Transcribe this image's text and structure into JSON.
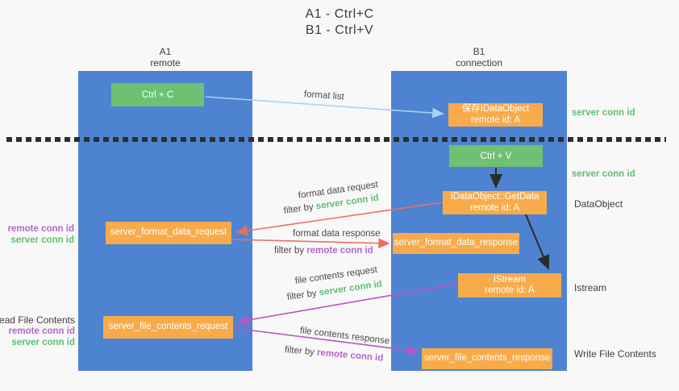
{
  "title": {
    "line1": "A1 - Ctrl+C",
    "line2": "B1 - Ctrl+V"
  },
  "lifelines": {
    "a1": {
      "name": "A1",
      "role": "remote"
    },
    "b1": {
      "name": "B1",
      "role": "connection"
    }
  },
  "nodes": {
    "ctrl_c": {
      "label": "Ctrl + C"
    },
    "save_idataobject": {
      "line1": "保存IDataObject",
      "line2": "remote id: A"
    },
    "ctrl_v": {
      "label": "Ctrl + V"
    },
    "getdata": {
      "line1": "IDataObject::GetData",
      "line2": "remote id: A"
    },
    "format_request": {
      "label": "server_format_data_request"
    },
    "format_response": {
      "label": "server_format_data_response"
    },
    "istream": {
      "line1": "IStream",
      "line2": "remote id: A"
    },
    "file_request": {
      "label": "server_file_contents_request"
    },
    "file_response": {
      "label": "server_file_contents_response"
    }
  },
  "right_labels": {
    "server_conn_id_1": "server conn id",
    "server_conn_id_2": "server conn id",
    "dataobject": "DataObject",
    "istream": "Istream",
    "write_file": "Write File Contents"
  },
  "left_labels": {
    "remote_conn_id_1": "remote conn id",
    "server_conn_id_1": "server conn id",
    "read_file": "Read File Contents",
    "remote_conn_id_2": "remote conn id",
    "server_conn_id_2": "server conn id"
  },
  "arrows": {
    "format_list": {
      "label": "format list"
    },
    "format_data_request": {
      "label": "format data request",
      "filter_prefix": "filter by ",
      "filter_id": "server conn id"
    },
    "format_data_response": {
      "label": "format data response",
      "filter_prefix": "filter by ",
      "filter_id": "remote conn id"
    },
    "file_contents_request": {
      "label": "file contents request",
      "filter_prefix": "filter by ",
      "filter_id": "server conn id"
    },
    "file_contents_response": {
      "label": "file contents response",
      "filter_prefix": "filter by ",
      "filter_id": "remote conn id"
    }
  },
  "colors": {
    "lifeline_blue": "#4e83d2",
    "action_green": "#6ec172",
    "message_orange": "#f8ab4b",
    "arrow_red": "#ec6e5f",
    "arrow_magenta": "#bd53c5",
    "arrow_lightblue": "#a6d3f3",
    "arrow_black": "#2b2b2b",
    "text_green": "#5fbe6f",
    "text_purple": "#b266cc"
  }
}
